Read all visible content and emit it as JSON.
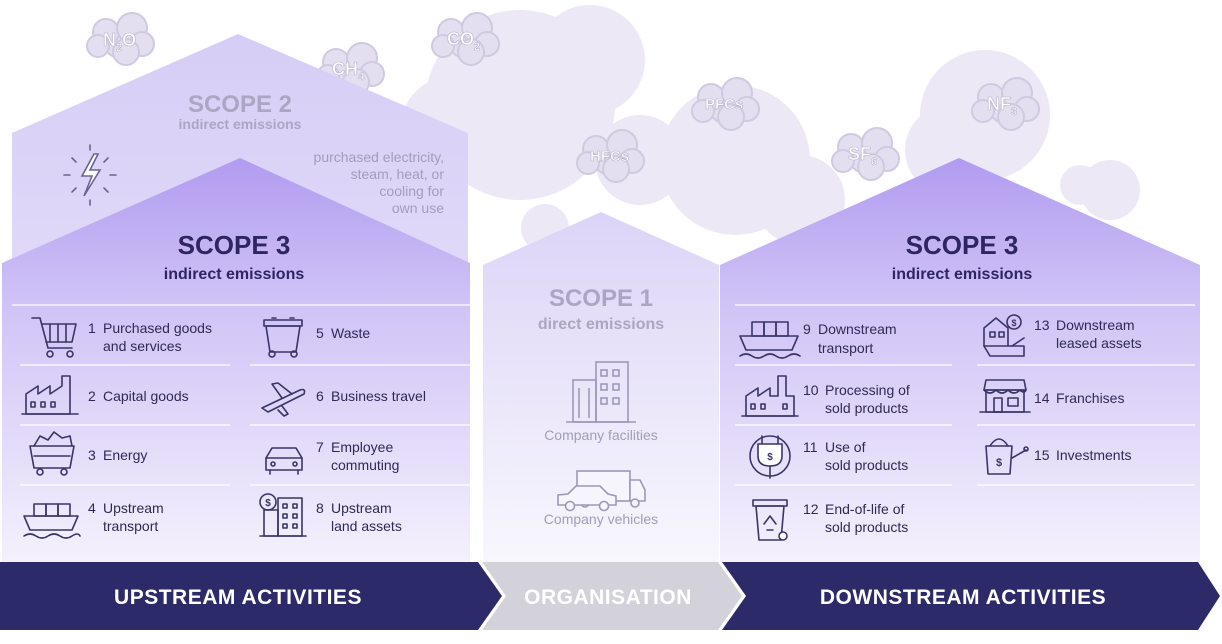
{
  "gases": {
    "n2o": {
      "main": "N",
      "sub1": "2",
      "tail": "O"
    },
    "ch4": {
      "main": "CH",
      "sub": "4"
    },
    "co2": {
      "main": "CO",
      "sub": "2"
    },
    "pfcs": {
      "label": "PFCs"
    },
    "hfcs": {
      "label": "HFCs"
    },
    "nf3": {
      "main": "NF",
      "sub": "3"
    },
    "sf6": {
      "main": "SF",
      "sub": "6"
    }
  },
  "scope2": {
    "title": "SCOPE 2",
    "subtitle": "indirect emissions",
    "description": [
      "purchased electricity,",
      "steam, heat, or",
      "cooling for",
      "own use"
    ]
  },
  "scope3_upstream": {
    "title": "SCOPE 3",
    "subtitle": "indirect emissions",
    "items": [
      {
        "num": "1",
        "lines": [
          "Purchased goods",
          "and services"
        ]
      },
      {
        "num": "2",
        "lines": [
          "Capital goods"
        ]
      },
      {
        "num": "3",
        "lines": [
          "Energy"
        ]
      },
      {
        "num": "4",
        "lines": [
          "Upstream",
          "transport"
        ]
      },
      {
        "num": "5",
        "lines": [
          "Waste"
        ]
      },
      {
        "num": "6",
        "lines": [
          "Business travel"
        ]
      },
      {
        "num": "7",
        "lines": [
          "Employee",
          "commuting"
        ]
      },
      {
        "num": "8",
        "lines": [
          "Upstream",
          "land assets"
        ]
      }
    ]
  },
  "scope1": {
    "title": "SCOPE 1",
    "subtitle": "direct emissions",
    "facilities_label": "Company facilities",
    "vehicles_label": "Company vehicles"
  },
  "scope3_downstream": {
    "title": "SCOPE 3",
    "subtitle": "indirect emissions",
    "items": [
      {
        "num": "9",
        "lines": [
          "Downstream",
          "transport"
        ]
      },
      {
        "num": "10",
        "lines": [
          "Processing of",
          "sold products"
        ]
      },
      {
        "num": "11",
        "lines": [
          "Use of",
          "sold products"
        ]
      },
      {
        "num": "12",
        "lines": [
          "End-of-life of",
          "sold products"
        ]
      },
      {
        "num": "13",
        "lines": [
          "Downstream",
          "leased assets"
        ]
      },
      {
        "num": "14",
        "lines": [
          "Franchises"
        ]
      },
      {
        "num": "15",
        "lines": [
          "Investments"
        ]
      }
    ]
  },
  "banners": {
    "upstream": "UPSTREAM ACTIVITIES",
    "organisation": "ORGANISATION",
    "downstream": "DOWNSTREAM ACTIVITIES"
  },
  "colors": {
    "navy": "#2d2a6a",
    "organisation_banner": "#d3d1da",
    "scope_title": "#2f2563",
    "scope_muted": "#aba6c4",
    "cloud": "#ece8f6",
    "icon": "#3a3566"
  }
}
